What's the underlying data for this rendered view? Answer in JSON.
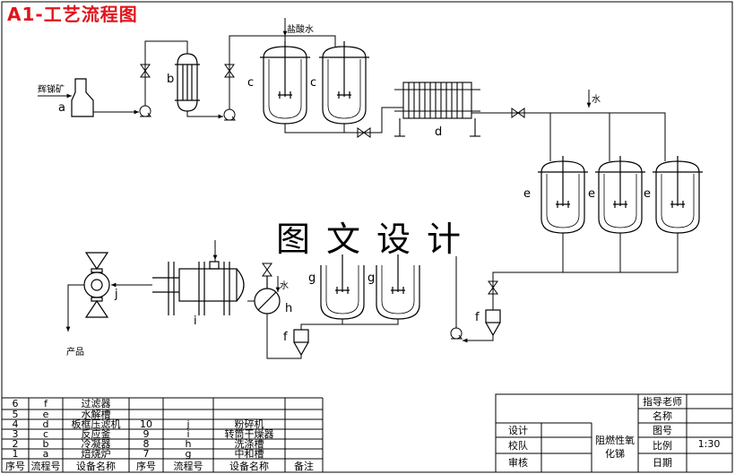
{
  "title": "A1-工艺流程图",
  "watermark": "图文设计",
  "inputs": {
    "ore": "辉锑矿",
    "hcl": "盐酸水",
    "water_top": "水",
    "water_h": "水"
  },
  "product_label": "产品",
  "equipment_labels": {
    "a": "a",
    "b": "b",
    "c1": "c",
    "c2": "c",
    "d": "d",
    "e1": "e",
    "e2": "e",
    "e3": "e",
    "f1": "f",
    "f2": "f",
    "g1": "g",
    "g2": "g",
    "h": "h",
    "i": "i",
    "j": "j"
  },
  "parts_table": {
    "header": [
      "序号",
      "流程号",
      "设备名称",
      "序号",
      "流程号",
      "设备名称",
      "备注"
    ],
    "rows": [
      [
        "6",
        "f",
        "过滤器",
        "",
        "",
        "",
        ""
      ],
      [
        "5",
        "e",
        "水解槽",
        "",
        "",
        "",
        ""
      ],
      [
        "4",
        "d",
        "板框压滤机",
        "10",
        "j",
        "粉碎机",
        ""
      ],
      [
        "3",
        "c",
        "反应釜",
        "9",
        "i",
        "转筒干燥器",
        ""
      ],
      [
        "2",
        "b",
        "冷凝器",
        "8",
        "h",
        "洗涤槽",
        ""
      ],
      [
        "1",
        "a",
        "焙烧炉",
        "7",
        "g",
        "中和槽",
        ""
      ]
    ]
  },
  "title_block": {
    "instructor_label": "指导老师",
    "name_label": "名称",
    "drawing_no_label": "图号",
    "scale_label": "比例",
    "scale_value": "1:30",
    "date_label": "日期",
    "design_label": "设计",
    "proof_label": "校队",
    "review_label": "审核",
    "project_name": "阻燃性氧化锑"
  },
  "colors": {
    "line": "#000000",
    "title": "#e0151c"
  }
}
